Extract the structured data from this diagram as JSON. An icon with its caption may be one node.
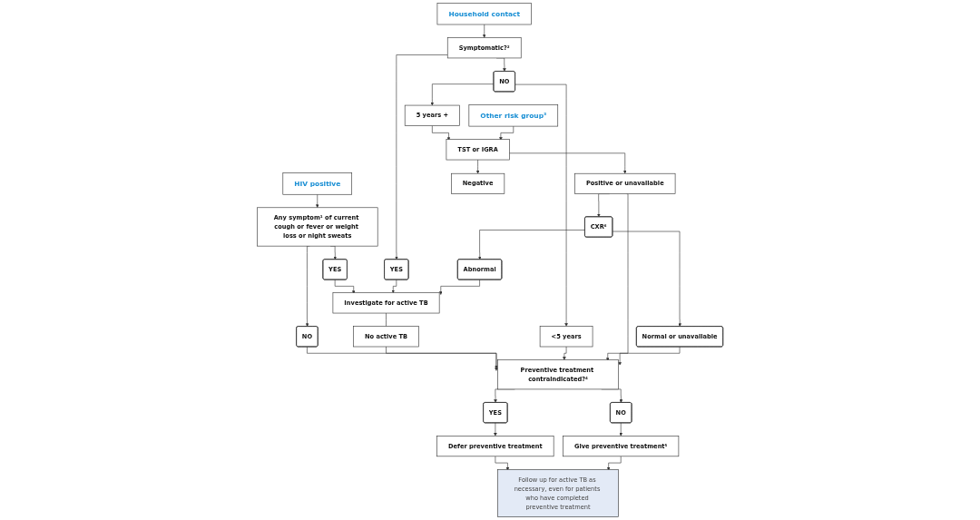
{
  "diagram": {
    "nodes": [
      {
        "text": [
          "HIV positive"
        ]
      },
      {
        "text": [
          "Household contact"
        ]
      },
      {
        "text": [
          "Other risk group³"
        ]
      },
      {
        "text": [
          "Any symptom¹ of current cough or fever or weight loss or night sweats"
        ]
      },
      {
        "text": [
          "Symptomatic?²"
        ]
      },
      {
        "text": [
          "NO"
        ]
      },
      {
        "text": [
          "YES"
        ]
      },
      {
        "text": [
          "YES"
        ]
      },
      {
        "text": [
          "NO"
        ]
      },
      {
        "text": [
          "<5 years"
        ]
      },
      {
        "text": [
          "5 years +"
        ]
      },
      {
        "text": [
          "Investigate for active TB"
        ]
      },
      {
        "text": [
          "No active TB"
        ]
      },
      {
        "text": [
          "TST or IGRA"
        ]
      },
      {
        "text": [
          "Preventive treatment contraindicated?⁴"
        ]
      },
      {
        "text": [
          "Positive or unavailable"
        ]
      },
      {
        "text": [
          "Negative"
        ]
      },
      {
        "text": [
          "Abnormal"
        ]
      },
      {
        "text": [
          "CXR⁶"
        ]
      },
      {
        "text": [
          "Normal or unavailable"
        ]
      },
      {
        "text": [
          "YES"
        ]
      },
      {
        "text": [
          "NO"
        ]
      },
      {
        "text": [
          "Defer preventive treatment"
        ]
      },
      {
        "text": [
          "Give preventive treatment⁵"
        ]
      },
      {
        "text": [
          "Follow up for active TB as necessary, even for patients who have completed preventive treatment"
        ]
      }
    ],
    "edges": [
      {
        "from": 0,
        "to": 3,
        "arrow": "to"
      },
      {
        "from": 1,
        "to": 4,
        "arrow": "to"
      },
      {
        "from": 3,
        "to": 5,
        "arrow": "to"
      },
      {
        "from": 3,
        "to": 6,
        "arrow": "to"
      },
      {
        "from": 4,
        "to": 7,
        "arrow": "to"
      },
      {
        "from": 4,
        "to": 8,
        "arrow": "to"
      },
      {
        "from": 8,
        "to": 9,
        "arrow": "to"
      },
      {
        "from": 8,
        "to": 10,
        "arrow": "to"
      },
      {
        "from": 6,
        "to": 11,
        "arrow": "to"
      },
      {
        "from": 7,
        "to": 11,
        "arrow": "to"
      },
      {
        "from": 11,
        "to": 12,
        "arrow": "none"
      },
      {
        "from": 10,
        "to": 13,
        "arrow": "to"
      },
      {
        "from": 2,
        "to": 13,
        "arrow": "to"
      },
      {
        "from": 13,
        "to": 15,
        "arrow": "to"
      },
      {
        "from": 13,
        "to": 16,
        "arrow": "to"
      },
      {
        "from": 5,
        "to": 14,
        "arrow": "to"
      },
      {
        "from": 12,
        "to": 14,
        "arrow": "to"
      },
      {
        "from": 9,
        "to": 14,
        "arrow": "to"
      },
      {
        "from": 15,
        "to": 14,
        "arrow": "to"
      },
      {
        "from": 15,
        "to": 18,
        "arrow": "to"
      },
      {
        "from": 18,
        "to": 17,
        "arrow": "to"
      },
      {
        "from": 18,
        "to": 19,
        "arrow": "to"
      },
      {
        "from": 17,
        "to": 11,
        "arrow": "to"
      },
      {
        "from": 19,
        "to": 14,
        "arrow": "to"
      },
      {
        "from": 14,
        "to": 20,
        "arrow": "to"
      },
      {
        "from": 14,
        "to": 21,
        "arrow": "to"
      },
      {
        "from": 20,
        "to": 22,
        "arrow": "to"
      },
      {
        "from": 21,
        "to": 23,
        "arrow": "to"
      },
      {
        "from": 22,
        "to": 24,
        "arrow": "to"
      },
      {
        "from": 23,
        "to": 24,
        "arrow": "to"
      }
    ]
  }
}
